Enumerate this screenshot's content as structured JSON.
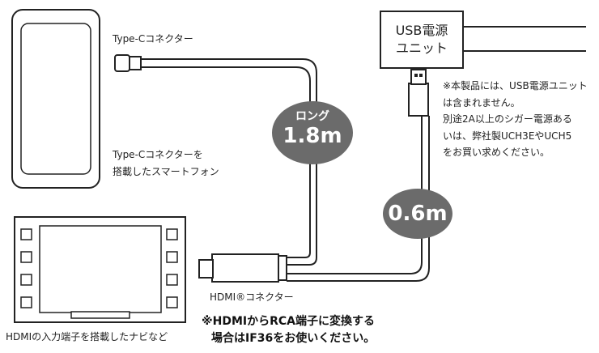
{
  "labels": {
    "typec_connector": "Type-Cコネクター",
    "phone_caption_line1": "Type-Cコネクターを",
    "phone_caption_line2": "搭載したスマートフォン",
    "tv_caption": "HDMIの入力端子を搭載したナビなど",
    "hdmi_connector": "HDMI®コネクター"
  },
  "usb_unit": {
    "line1": "USB電源",
    "line2": "ユニット"
  },
  "usb_note": {
    "line1": "※本製品には、USB電源ユニット",
    "line2": "は含まれません。",
    "line3": "別途2A以上のシガー電源ある",
    "line4": "いは、弊社製UCH3EやUCH5",
    "line5": "をお買い求めください。"
  },
  "bottom_note": {
    "line1": "※HDMIからRCA端子に変換する",
    "line2": "場合はIF36をお使いください。"
  },
  "badges": {
    "long_label": "ロング",
    "long_length": "1.8m",
    "short_length": "0.6m"
  },
  "colors": {
    "badge_fill": "#6b6b6b",
    "line": "#222222"
  }
}
